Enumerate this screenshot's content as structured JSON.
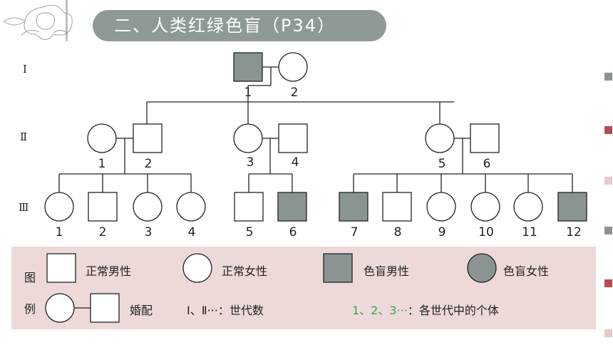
{
  "title": "二、人类红绿色盲（P34）",
  "generations": [
    "Ⅰ",
    "Ⅱ",
    "Ⅲ"
  ],
  "individuals": {
    "g1": [
      "1",
      "2"
    ],
    "g2": [
      "1",
      "2",
      "3",
      "4",
      "5",
      "6"
    ],
    "g3": [
      "1",
      "2",
      "3",
      "4",
      "5",
      "6",
      "7",
      "8",
      "9",
      "10",
      "11",
      "12"
    ]
  },
  "colors": {
    "affected_fill": "#8a9593",
    "legend_bg": "#eed9d9",
    "title_bg": "#8e9a95",
    "green_text": "#2fa84a",
    "side_squares": [
      "#8a9593",
      "#b84a55",
      "#e8c8c8",
      "#8a9593",
      "#b84a55",
      "#e8c8c8"
    ]
  },
  "legend": {
    "heading_top": "图",
    "heading_bottom": "例",
    "normal_male": "正常男性",
    "normal_female": "正常女性",
    "affected_male": "色盲男性",
    "affected_female": "色盲女性",
    "marriage": "婚配",
    "generation_note": "Ⅰ、Ⅱ···：世代数",
    "individual_note_green": "1、2、3···",
    "individual_note_rest": "：各世代中的个体"
  }
}
